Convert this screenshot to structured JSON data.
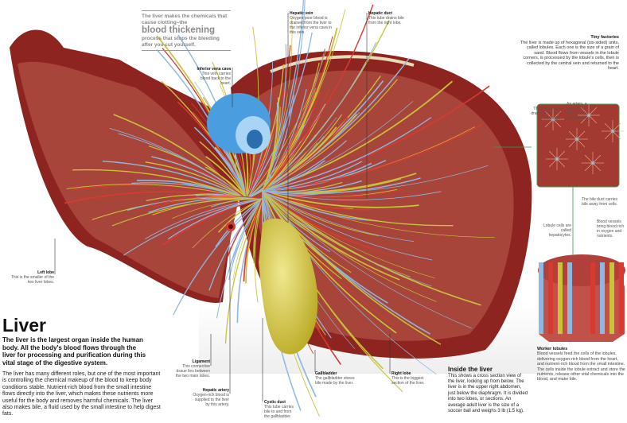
{
  "quote": {
    "line1": "The liver makes the chemicals that cause clotting–the",
    "highlight": "blood thickening",
    "line2": "process that stops the bleeding after you cut yourself."
  },
  "labels": {
    "hepatic_vein": {
      "title": "Hepatic vein",
      "text": "Oxygen-poor blood is drained from the liver to the inferior vena cava in this vein."
    },
    "hepatic_duct": {
      "title": "Hepatic duct",
      "text": "This tube drains bile from the right lobe."
    },
    "inferior_vena_cava": {
      "title": "Inferior vena cava",
      "text": "This vein carries blood back to the heart."
    },
    "left_lobe": {
      "title": "Left lobe",
      "text": "This is the smaller of the two liver lobes."
    },
    "ligament": {
      "title": "Ligament",
      "text": "This connective tissue lies between the two main lobes."
    },
    "hepatic_artery": {
      "title": "Hepatic artery",
      "text": "Oxygen-rich blood is supplied to the liver by this artery."
    },
    "cystic_duct": {
      "title": "Cystic duct",
      "text": "This tube carries bile to and from the gallbladder."
    },
    "gallbladder": {
      "title": "Gallbladder",
      "text": "The gallbladder stores bile made by the liver."
    },
    "right_lobe": {
      "title": "Right lobe",
      "text": "This is the biggest section of the liver."
    },
    "central_vein": {
      "text": "The central vein drains blood from the lobule."
    },
    "artery_vein_duct": {
      "text": "An artery, a vein, and a bile duct run side by side."
    },
    "bile_duct": {
      "text": "The bile duct carries bile away from cells."
    },
    "lobule_cells": {
      "text": "Lobule cells are called hepatocytes."
    },
    "blood_vessels": {
      "text": "Blood vessels bring blood rich in oxygen and nutrients."
    }
  },
  "tiny_factories": {
    "title": "Tiny factories",
    "text": "The liver is made up of hexagonal (six-sided) units, called lobules. Each one is the size of a grain of sand. Blood flows from vessels in the lobule corners, is processed by the lobule's cells, then is collected by the central vein and returned to the heart."
  },
  "main": {
    "title": "Liver",
    "lead": "The liver is the largest organ inside the human body. All the body's blood flows through the liver for processing and purification during this vital stage of the digestive system.",
    "body": "The liver has many different roles, but one of the most important is controlling the chemical makeup of the blood to keep body conditions stable. Nutrient-rich blood from the small intestine flows directly into the liver, which makes these nutrients more useful for the body and removes harmful chemicals. The liver also makes bile, a fluid used by the small intestine to help digest fats."
  },
  "inside": {
    "title": "Inside the liver",
    "text": "This shows a cross section view of the liver, looking up from below. The liver is in the upper right abdomen, just below the diaphragm. It is divided into two lobes, or sections. An average adult liver is the size of a soccer ball and weighs 3 lb (1.5 kg)."
  },
  "worker": {
    "title": "Worker lobules",
    "text": "Blood vessels feed the cells of the lobules, delivering oxygen-rich blood from the heart, and nutrient-rich blood from the small intestine. The cells inside the lobule extract and store the nutrients, release other vital chemicals into the blood, and make bile."
  },
  "colors": {
    "tissue": "#9b2a26",
    "cut": "#a8453a",
    "vein": "#8fb8e0",
    "artery": "#d83a30",
    "bile": "#c9c23a",
    "gallbladder": "#d8cf4a",
    "vena_cava": "#4a9ee0",
    "accent_line": "#3a9a50"
  }
}
